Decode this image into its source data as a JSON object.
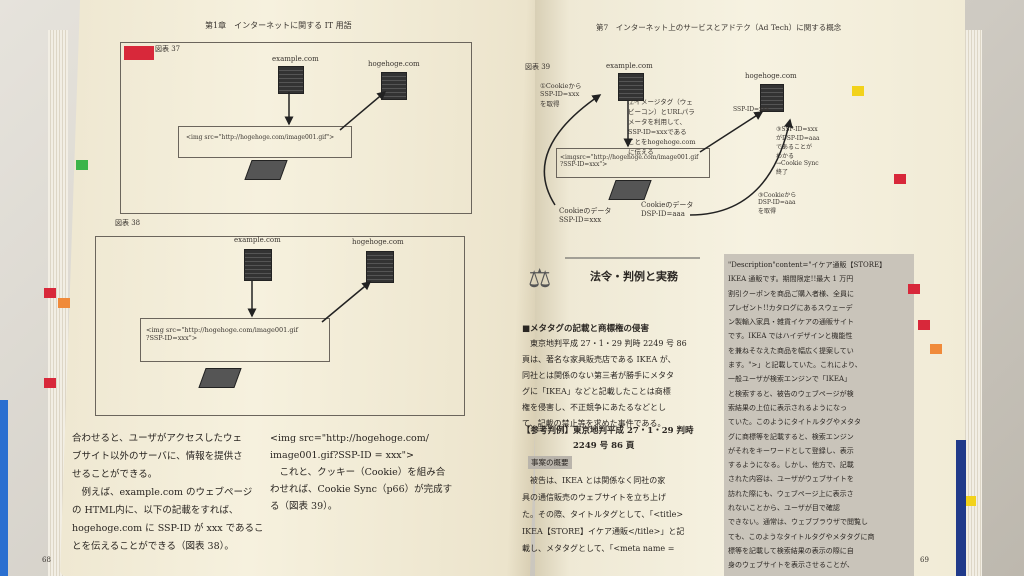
{
  "left_page": {
    "header": "第1章　インターネットに関する IT 用語",
    "fig37_label": "図表 37",
    "fig38_label": "図表 38",
    "example_host": "example.com",
    "hogehoge_host": "hogehoge.com",
    "code37": "<img src=\"http://hogehoge.com/image001.gif\">",
    "code38": "<img src=\"http://hogehoge.com/image001.gif\n?SSP-ID=xxx\">",
    "body_col1": "合わせると、ユーザがアクセスしたウェ\nブサイト以外のサーバに、情報を提供さ\nせることができる。\n　例えば、example.com のウェブページ\nの HTML内に、以下の記載をすれば、\nhogehoge.com に SSP-ID が xxx であるこ\nとを伝えることができる（図表 38）。",
    "body_col2": "<img src=\"http://hogehoge.com/\nimage001.gif?SSP-ID = xxx\">\n　これと、クッキー（Cookie）を組み合\nわせれば、Cookie Sync（p66）が完成す\nる（図表 39）。",
    "page_number": "68"
  },
  "right_page": {
    "header": "第7　インターネット上のサービスとアドテク（Ad Tech）に関する概念",
    "fig39_label": "図表 39",
    "example_host": "example.com",
    "hogehoge_host": "hogehoge.com",
    "note1": "①Cookieから\nSSP-ID=xxx\nを取得",
    "note2": "②イメージタグ（ウェ\nビーコン）とURLパラ\nメータを利用して、\nSSP-ID=xxxである\nことをhogehoge.com\nに伝える",
    "note3": "SSP-ID=xxx",
    "note4": "③SSP-ID=xxx\nがDSP-ID=aaa\nであることが\nわかる\n→Cookie Sync\n終了",
    "note5": "③Cookieから\nDSP-ID=aaa\nを取得",
    "code39": "<imgsrc=\"http://hogehoge.com/image001.gif\n?SSP-ID=xxx\">",
    "cookie_ssp": "Cookieのデータ\nSSP-ID=xxx",
    "cookie_dsp": "Cookieのデータ\nDSP-ID=aaa",
    "law_heading": "法令・判例と実務",
    "case_title": "■メタタグの記載と商標権の侵害",
    "case_body": "　東京地判平成 27・1・29 判時 2249 号 86\n頁は、著名な家具販売店である IKEA が、\n同社とは関係のない第三者が勝手にメタタ\nグに「IKEA」などと記載したことは商標\n権を侵害し、不正競争にあたるなどとし\nて、記載の禁止等を求めた事件である。",
    "ref_heading": "【参考判例】東京地判平成 27・1・29 判時\n　　　　　　2249 号 86 頁",
    "facts_heading": "事案の概要",
    "facts_body": "　被告は、IKEA とは関係なく同社の家\n具の通信販売のウェブサイトを立ち上げ\nた。その際、タイトルタグとして、「<title>\nIKEA【STORE】イケア通販</title>」と記\n載し、メタタグとして、「<meta name =",
    "side_col": "\"Description\"content=\"イケア通販【STORE】\nIKEA 通販です。期間限定!!最大 1 万円\n割引クーポンを商品ご購入者様、全員に\nプレゼント!!カタログにあるスウェーデ\nン製輸入家具・雑貨イケアの通販サイト\nです。IKEA ではハイデザインと機能性\nを兼ねそなえた商品を幅広く提案してい\nます。\">」と記載していた。これにより、\n一般ユーザが検索エンジンで「IKEA」\nと検索すると、被告のウェブページが検\n索結果の上位に表示されるようになっ\nていた。このようにタイトルタグやメタタ\nグに商標等を記載すると、検索エンジン\nがそれをキーワードとして登録し、表示\nするようになる。しかし、他方で、記載\nされた内容は、ユーザがウェブサイトを\n訪れた際にも、ウェブページ上に表示さ\nれないことから、ユーザが目で確認\nできない。通常は、ウェブブラウザで閲覧し\nても、このようなタイトルタグやメタタグに商\n標等を記載して検索結果の表示の際に自\n身のウェブサイトを表示させることが、\n商標権を侵害したり不正競争にあたったり",
    "page_number": "69"
  },
  "colors": {
    "tab_red": "#d8283a",
    "tab_green": "#3cb44a",
    "tab_yellow": "#f2d21b",
    "tab_orange": "#f08a3a",
    "tab_blue": "#2a6fd0"
  }
}
